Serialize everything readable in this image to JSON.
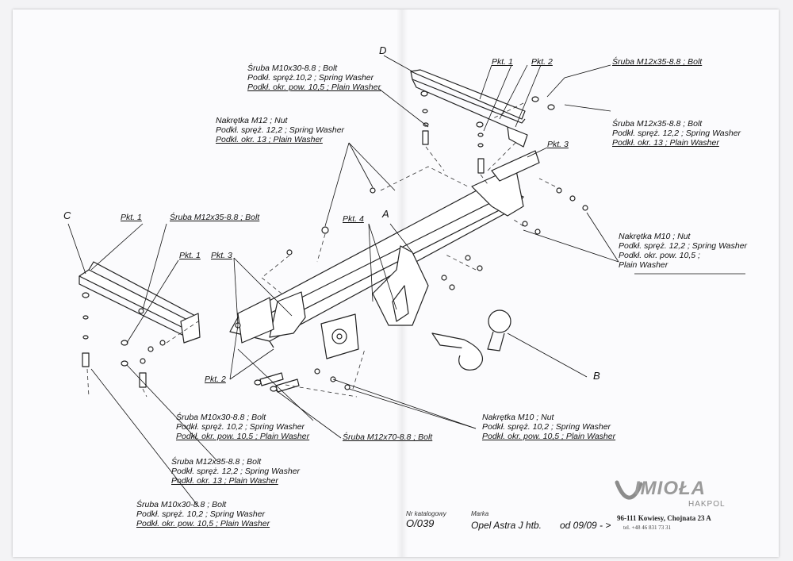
{
  "parts": {
    "A": "A",
    "B": "B",
    "C": "C",
    "D": "D"
  },
  "points": {
    "pkt1": "Pkt. 1",
    "pkt2": "Pkt. 2",
    "pkt3": "Pkt. 3",
    "pkt4": "Pkt. 4"
  },
  "labels": {
    "top_bolt_m10": [
      "Śruba M10x30-8.8 ; Bolt",
      "Podkł. spręż.10,2 ; Spring Washer",
      "Podkł. okr. pow. 10,5 ; Plain Washer"
    ],
    "top_right_bolt": "Śruba M12x35-8.8 ; Bolt",
    "right_bolt_m12": [
      "Śruba M12x35-8.8 ; Bolt",
      "Podkł. spręż. 12,2 ; Spring Washer",
      "Podkł. okr. 13 ; Plain Washer"
    ],
    "nut_m12": [
      "Nakrętka M12 ; Nut",
      "Podkł. spręż. 12,2 ; Spring Washer",
      "Podkł. okr. 13 ; Plain Washer"
    ],
    "nut_m10_right": [
      "Nakrętka M10 ; Nut",
      "Podkł. spręż. 12,2 ; Spring Washer",
      "Podkł. okr. pow. 10,5 ;",
      "Plain Washer"
    ],
    "left_bolt_m12": "Śruba M12x35-8.8 ; Bolt",
    "mid_bolt_m10": [
      "Śruba M10x30-8.8 ; Bolt",
      "Podkł. spręż. 10,2 ; Spring Washer",
      "Podkł. okr. pow. 10,5 ; Plain Washer"
    ],
    "bolt_m12x70": "Śruba M12x70-8.8 ; Bolt",
    "nut_m10_bottom": [
      "Nakrętka M10 ; Nut",
      "Podkł. spręż. 10,2 ; Spring Washer",
      "Podkł. okr. pow. 10,5 ; Plain Washer"
    ],
    "left_bolt_m12b": [
      "Śruba M12x35-8.8 ; Bolt",
      "Podkł. spręż. 12,2 ; Spring Washer",
      "Podkł. okr. 13 ; Plain Washer"
    ],
    "bottom_bolt_m10": [
      "Śruba M10x30-8.8 ; Bolt",
      "Podkł. spręż. 10,2 ; Spring Washer",
      "Podkł. okr. pow. 10,5 ; Plain Washer"
    ]
  },
  "footer": {
    "catalog_label": "Nr katalogowy",
    "catalog_no": "O/039",
    "brand_label": "Marka",
    "model": "Opel Astra J htb.",
    "from": "od 09/09 - >"
  },
  "company": {
    "logo": "IMIOŁA",
    "sub": "HAKPOL",
    "address": "96-111 Kowiesy, Chojnata 23 A",
    "phone": "tel. +48 46 831 73 31"
  },
  "colors": {
    "paper": "#fbfbfd",
    "ink": "#111111",
    "logo": "#9a9a9a"
  }
}
